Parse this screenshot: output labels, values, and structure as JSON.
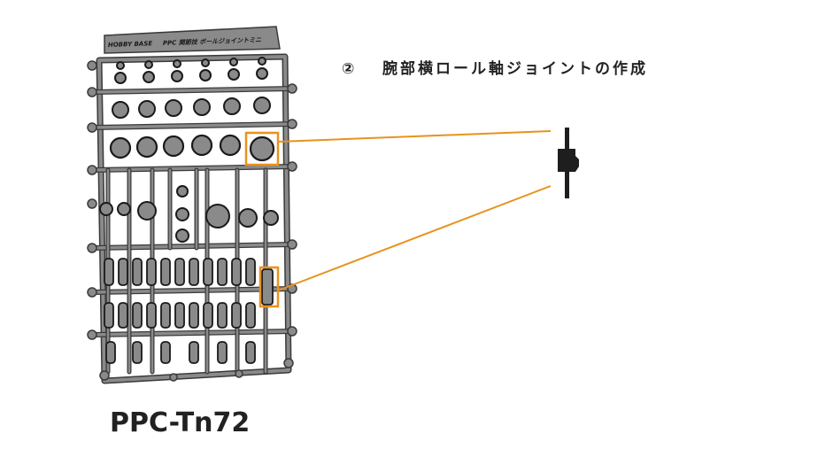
{
  "caption": {
    "number": "②",
    "text": "腕部横ロール軸ジョイントの作成"
  },
  "model_number": "PPC-Tn72",
  "sprue_header": {
    "brand": "HOBBY BASE",
    "title": "PPC 関節技 ボールジョイントミニ"
  },
  "colors": {
    "sprue_fill": "#8a8a8a",
    "sprue_dark": "#3a3a3a",
    "highlight": "#e8921e",
    "part_icon": "#1e1e1e",
    "text": "#222222"
  }
}
